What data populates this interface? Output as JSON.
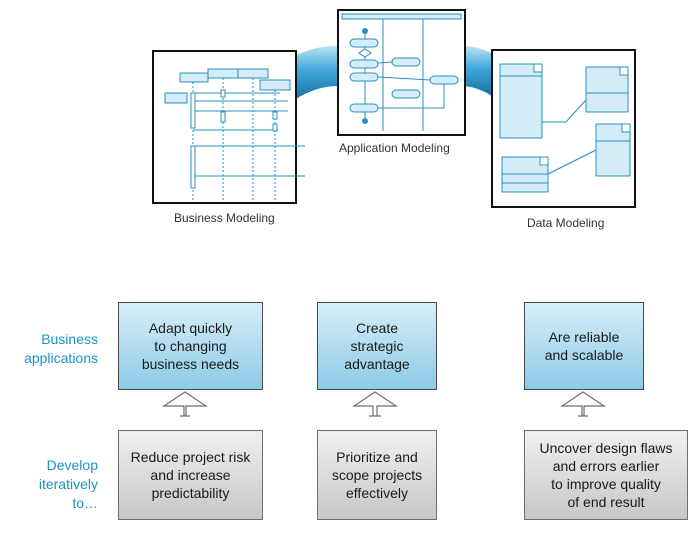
{
  "modeling": {
    "business": "Business Modeling",
    "application": "Application Modeling",
    "data": "Data Modeling"
  },
  "rows": {
    "top_label": "Business\napplications",
    "bottom_label": "Develop\niteratively\nto…"
  },
  "top_boxes": [
    "Adapt quickly\nto changing\nbusiness needs",
    "Create\nstrategic\nadvantage",
    "Are reliable\nand scalable"
  ],
  "bottom_boxes": [
    "Reduce project risk\nand increase\npredictability",
    "Prioritize and\nscope projects\neffectively",
    "Uncover design flaws\nand errors earlier\nto improve quality\nof end result"
  ],
  "colors": {
    "accent": "#1b93c9",
    "box_blue": "#8ccbe8",
    "box_gray": "#c7c7c7"
  }
}
